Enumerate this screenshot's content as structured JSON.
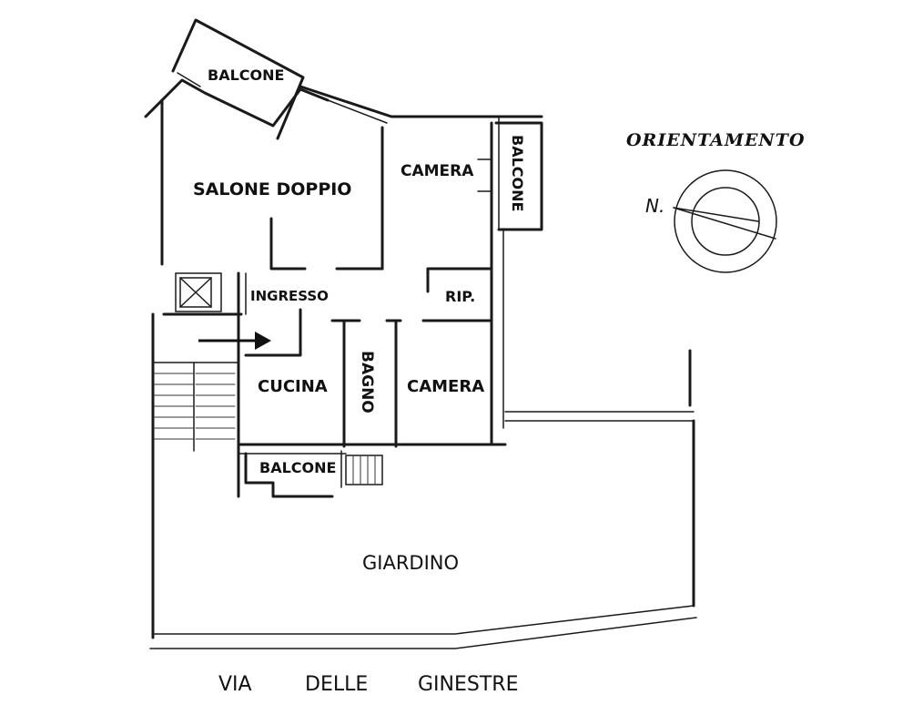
{
  "rooms": {
    "balcone_top": "BALCONE",
    "salone": "SALONE DOPPIO",
    "camera_top": "CAMERA",
    "balcone_right": "BALCONE",
    "ingresso": "INGRESSO",
    "rip": "RIP.",
    "cucina": "CUCINA",
    "bagno": "BAGNO",
    "camera_bottom": "CAMERA",
    "balcone_bottom": "BALCONE",
    "giardino": "GIARDINO"
  },
  "orientation": {
    "title": "ORIENTAMENTO",
    "north_label": "N."
  },
  "street": {
    "word1": "VIA",
    "word2": "DELLE",
    "word3": "GINESTRE"
  }
}
